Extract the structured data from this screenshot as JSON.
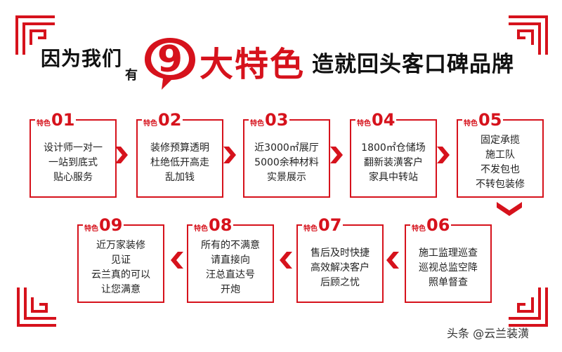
{
  "colors": {
    "accent": "#d6121c",
    "text": "#222222",
    "background": "#ffffff"
  },
  "headline": {
    "left": "因为我们",
    "small": "有",
    "number": "9",
    "big": "大特色",
    "right": "造就回头客口碑品牌"
  },
  "features": [
    {
      "tag": "特色",
      "num": "01",
      "lines": [
        "设计师一对一",
        "一站到底式",
        "贴心服务"
      ]
    },
    {
      "tag": "特色",
      "num": "02",
      "lines": [
        "装修预算透明",
        "杜绝低开高走",
        "乱加钱"
      ]
    },
    {
      "tag": "特色",
      "num": "03",
      "lines": [
        "近3000㎡展厅",
        "5000余种材料",
        "实景展示"
      ]
    },
    {
      "tag": "特色",
      "num": "04",
      "lines": [
        "1800㎡仓储场",
        "翻新装潢客户",
        "家具中转站"
      ]
    },
    {
      "tag": "特色",
      "num": "05",
      "lines": [
        "固定承揽",
        "施工队",
        "不发包也",
        "不转包装修"
      ]
    },
    {
      "tag": "特色",
      "num": "06",
      "lines": [
        "施工监理巡查",
        "巡视总监空降",
        "照单督查"
      ]
    },
    {
      "tag": "特色",
      "num": "07",
      "lines": [
        "售后及时快捷",
        "高效解决客户",
        "后顾之忧"
      ]
    },
    {
      "tag": "特色",
      "num": "08",
      "lines": [
        "所有的不满意",
        "请直接向",
        "汪总直达号",
        "开炮"
      ]
    },
    {
      "tag": "特色",
      "num": "09",
      "lines": [
        "近万家装修",
        "见证",
        "云兰真的可以",
        "让您满意"
      ]
    }
  ],
  "icons": {
    "corner": "chinese-fret-corner-icon",
    "arrow_right": "chevron-right-icon",
    "arrow_left": "chevron-left-icon",
    "arrow_down": "chevron-down-icon",
    "bubble": "speech-bubble-icon"
  },
  "watermark": "头条 @云兰装潢"
}
